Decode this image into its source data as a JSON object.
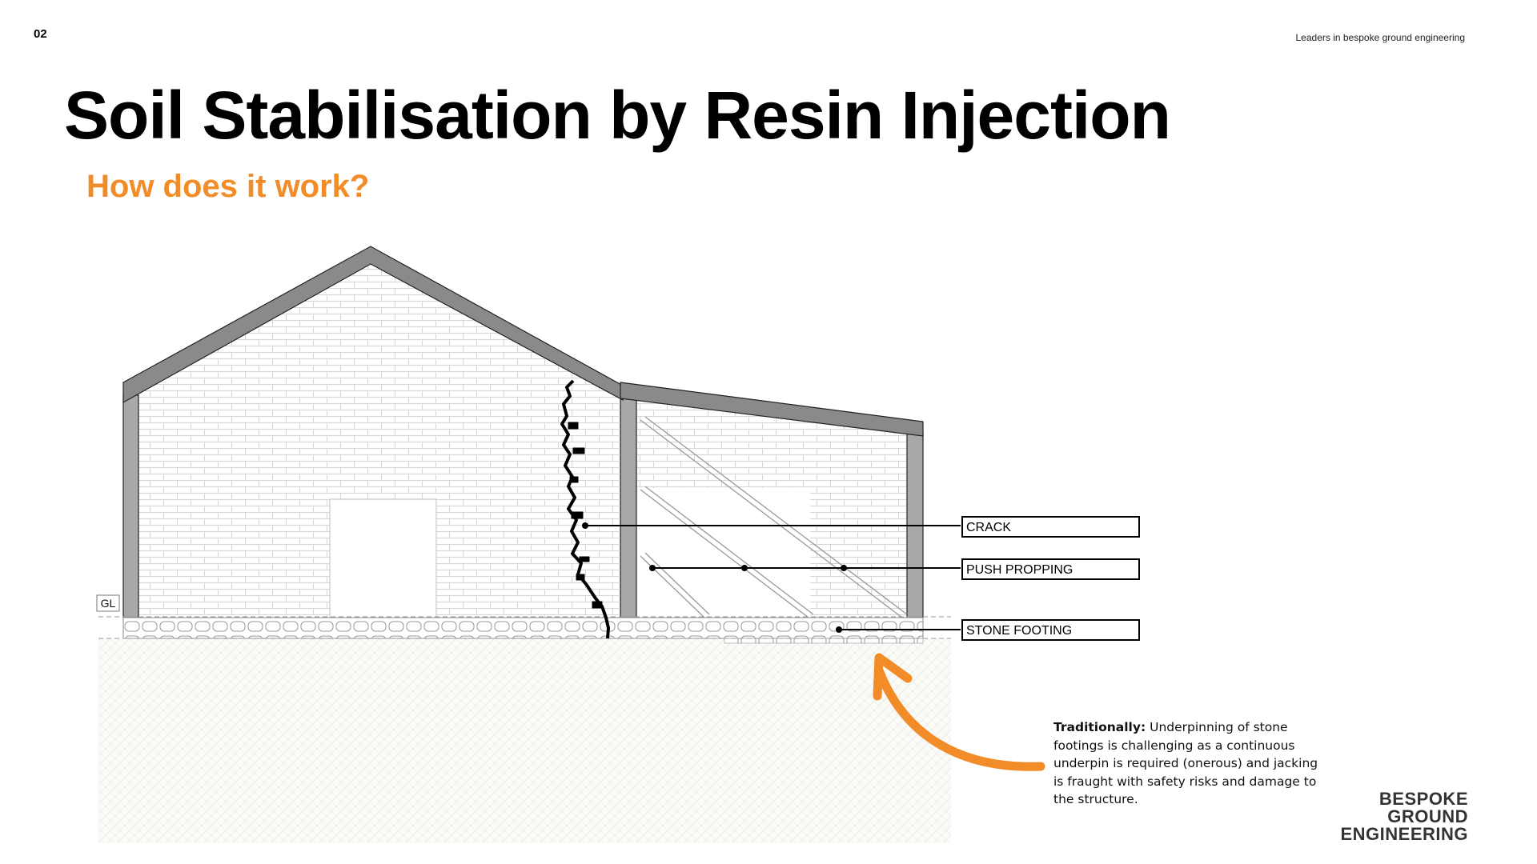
{
  "slide": {
    "page_number": "02",
    "tagline": "Leaders in bespoke ground engineering",
    "title": "Soil Stabilisation by Resin Injection",
    "subtitle": "How does it work?"
  },
  "diagram": {
    "ground_level_label": "GL",
    "callouts": [
      "CRACK",
      "PUSH PROPPING",
      "STONE FOOTING"
    ]
  },
  "note": {
    "lead": "Traditionally:",
    "body": " Underpinning of stone footings is challenging as a continuous underpin is required (onerous) and jacking is fraught with safety risks and damage to the structure."
  },
  "logo": {
    "line1": "BESPOKE",
    "line2": "GROUND",
    "line3": "ENGINEERING"
  },
  "colors": {
    "accent": "#f28c28",
    "wall_grey": "#a8a8a8",
    "roof_grey": "#8a8a8a",
    "text": "#000000"
  }
}
